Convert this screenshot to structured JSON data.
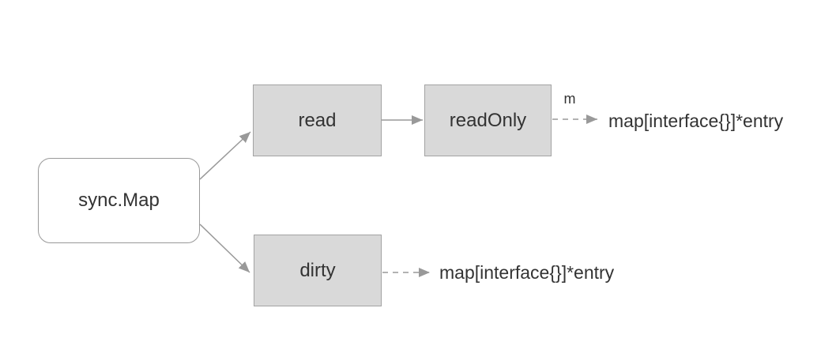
{
  "diagram": {
    "nodes": {
      "sync_map": {
        "label": "sync.Map"
      },
      "read": {
        "label": "read"
      },
      "read_only": {
        "label": "readOnly"
      },
      "dirty": {
        "label": "dirty"
      }
    },
    "edge_labels": {
      "readonly_field": "m"
    },
    "type_texts": {
      "readonly_target": "map[interface{}]*entry",
      "dirty_target": "map[interface{}]*entry"
    },
    "colors": {
      "node_fill_gray": "#d9d9d9",
      "node_fill_white": "#ffffff",
      "node_border": "#a3a3a3",
      "rounded_node_border": "#999999",
      "arrow": "#999999",
      "text": "#333333",
      "background": "#ffffff"
    }
  }
}
